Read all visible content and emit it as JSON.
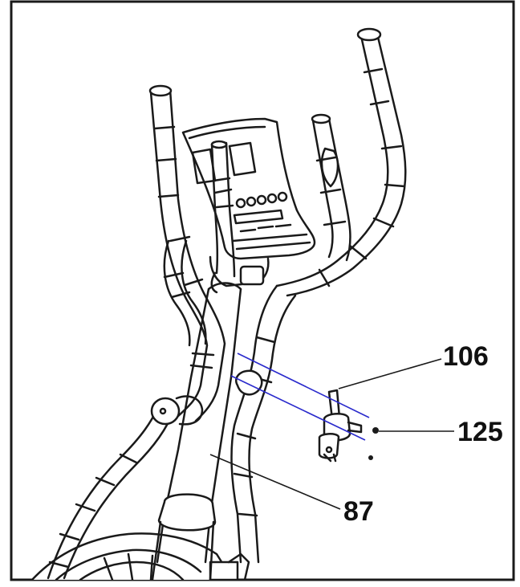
{
  "diagram": {
    "callouts": [
      {
        "id": "part-106",
        "text": "106"
      },
      {
        "id": "part-125",
        "text": "125"
      },
      {
        "id": "part-87",
        "text": "87"
      }
    ]
  },
  "colors": {
    "line": "#1a1a1a",
    "fill": "#ffffff",
    "screw_path": "#2a2acc"
  }
}
